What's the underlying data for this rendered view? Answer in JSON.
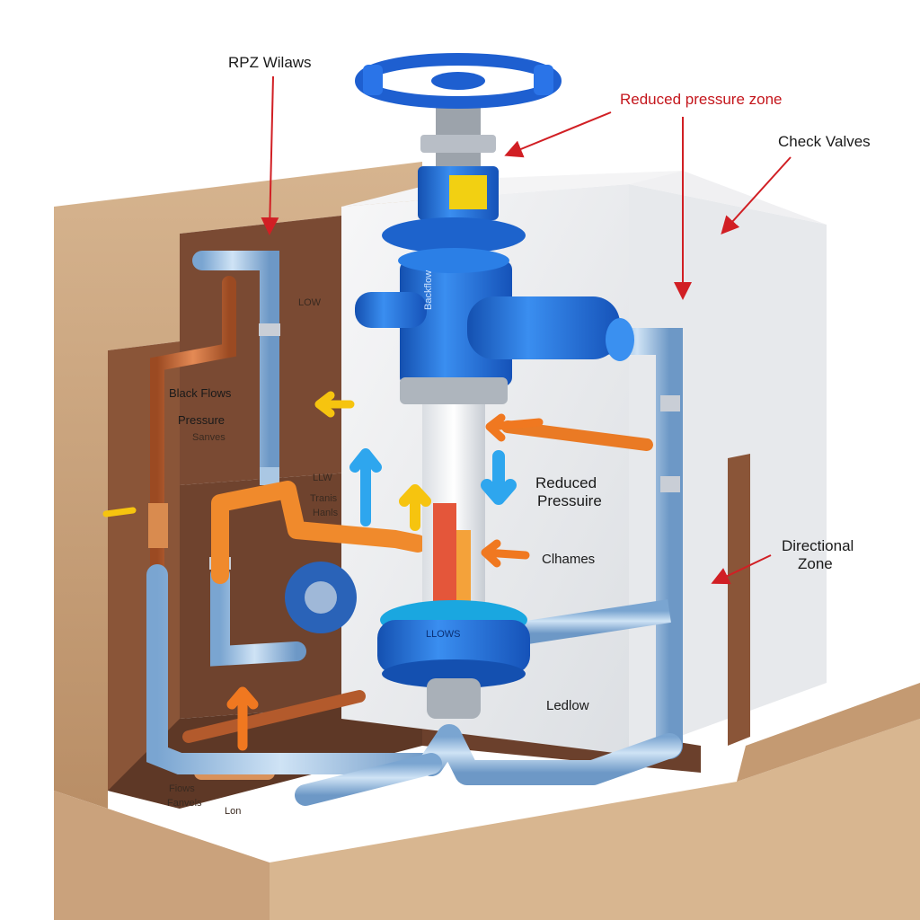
{
  "labels": {
    "rpz_valves": "RPZ Wilaws",
    "reduced_pressure_zone": "Reduced pressure zone",
    "check_valves": "Check Valves",
    "flow_top": "LOW",
    "back_flows": "Black Flows",
    "pressure_valves_line1": "Pressure",
    "pressure_valves_line2": "Sanves",
    "flow_mid": "LLW",
    "tranis_line1": "Tranis",
    "tranis_line2": "Hanls",
    "reduced_pressure_line1": "Reduced",
    "reduced_pressure_line2": "Pressuire",
    "chambers": "Clhames",
    "directional_zone_line1": "Directional",
    "directional_zone_line2": "Zone",
    "flange_text": "LLOWS",
    "ledlow": "Ledlow",
    "bottom_left_line1": "Fiows",
    "bottom_left_line2": "Fanvels",
    "bottom_small": "Lon",
    "body_text": "Backflow"
  },
  "colors": {
    "pipe_blue": "#9fc4e6",
    "valve_blue": "#1e6fd6",
    "copper": "#c56a3a",
    "orange_pipe": "#f08a2c",
    "earth": "#c9a27e",
    "wall_brown": "#7a4a33",
    "concrete": "#eceef0",
    "annotation_red": "#d11f24",
    "arrow_yellow": "#f6c40f",
    "arrow_blue": "#2ea6ee",
    "arrow_orange": "#f07820"
  }
}
